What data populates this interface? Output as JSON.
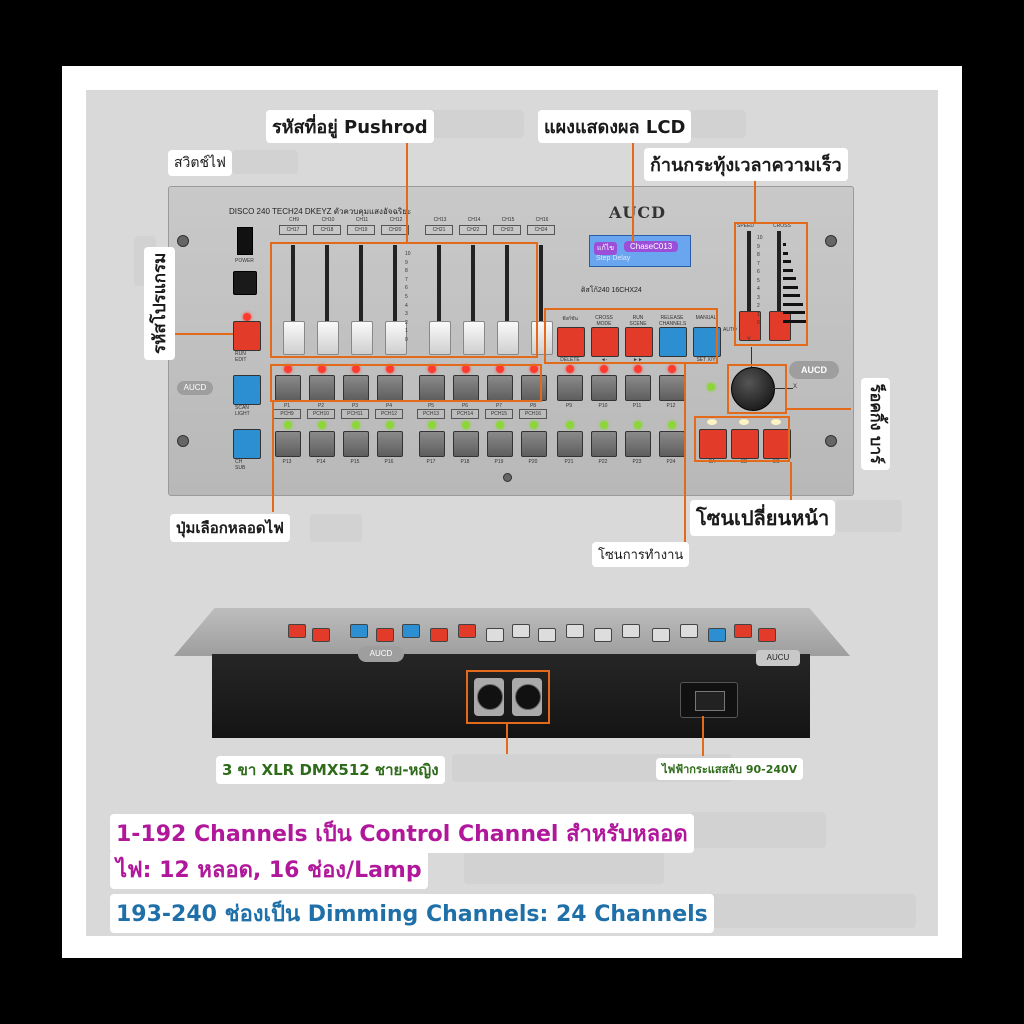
{
  "labels": {
    "pushrod": "รหัสที่อยู่ Pushrod",
    "lcd": "แผงแสดงผล LCD",
    "power_switch": "สวิตช์ไฟ",
    "speed_rod": "ก้านกระทุ้งเวลาความเร็ว",
    "program_code": "รหัสโปรแกรม",
    "joystick_bar": "ร็อคกิ้ง บาร์",
    "lamp_select": "ปุ่มเลือกหลอดไฟ",
    "front_zone": "โซนเปลี่ยนหน้า",
    "work_zone": "โซนการทำงาน",
    "xlr": "3 ขา XLR DMX512 ชาย-หญิง",
    "ac_power": "ไฟฟ้ากระแสสลับ 90-240V"
  },
  "panel": {
    "model_text": "DISCO 240 TECH24 DKEYZ ตัวควบคุมแสงอัจฉริยะ",
    "brand_logo": "AUCD",
    "brand_side": "AUCD",
    "brand_right": "AUCD",
    "lcd_line1_a": "แก้ไข",
    "lcd_line1_b": "ChaseC013",
    "lcd_line2": "Step Delay",
    "lcd_sub": "ดิสโก้240 16CHX24",
    "power_label": "POWER",
    "channel_tags_top": [
      "CH9",
      "CH10",
      "CH11",
      "CH12",
      "CH13",
      "CH14",
      "CH15",
      "CH16"
    ],
    "channel_tags": [
      "CH17",
      "CH18",
      "CH19",
      "CH20",
      "CH21",
      "CH22",
      "CH23",
      "CH24"
    ],
    "fader_scale": [
      "10",
      "9",
      "8",
      "7",
      "6",
      "5",
      "4",
      "3",
      "2",
      "1",
      "0"
    ],
    "func_buttons": [
      "ฟังก์ชัน",
      "CROSS MODE",
      "RUN SCENE",
      "RELEASE CHANNELS",
      "MANUAL"
    ],
    "func_sub": [
      "DELETE",
      "◄-",
      "►►",
      "",
      "SET X/Y"
    ],
    "row1_labels": [
      "P1",
      "P2",
      "P3",
      "P4",
      "P5",
      "P6",
      "P7",
      "P8",
      "P9",
      "P10",
      "P11",
      "P12"
    ],
    "row2_tags": [
      "PCH9",
      "PCH10",
      "PCH11",
      "PCH12",
      "PCH13",
      "PCH14",
      "PCH15",
      "PCH16"
    ],
    "row2_labels": [
      "P13",
      "P14",
      "P15",
      "P16",
      "P17",
      "P18",
      "P19",
      "P20",
      "P21",
      "P22",
      "P23",
      "P24"
    ],
    "left_labels": [
      "RUN",
      "EDIT",
      "SCAN",
      "LIGHT",
      "CH",
      "SUB"
    ],
    "speed_label": "SPEED",
    "cross_label": "CROSS",
    "speed_scale": [
      "10",
      "9",
      "8",
      "7",
      "6",
      "5",
      "4",
      "3",
      "2",
      "1",
      "0"
    ],
    "auto_label": "AUTO",
    "joystick_x": "X",
    "joystick_y": "Y",
    "page_buttons": [
      "SA",
      "SB",
      "SC"
    ],
    "rear_brand_left": "AUCD",
    "rear_brand_right": "AUCU"
  },
  "notes": {
    "line1": "1-192 Channels เป็น Control Channel สำหรับหลอด",
    "line2": "ไฟ: 12 หลอด, 16 ช่อง/Lamp",
    "line3": "193-240 ช่องเป็น Dimming Channels: 24 Channels"
  },
  "colors": {
    "accent_line": "#e36a1a",
    "note_purple": "#b1179b",
    "note_blue": "#1f6fa8",
    "button_red": "#e33b2a",
    "button_blue": "#2b8fd1"
  }
}
